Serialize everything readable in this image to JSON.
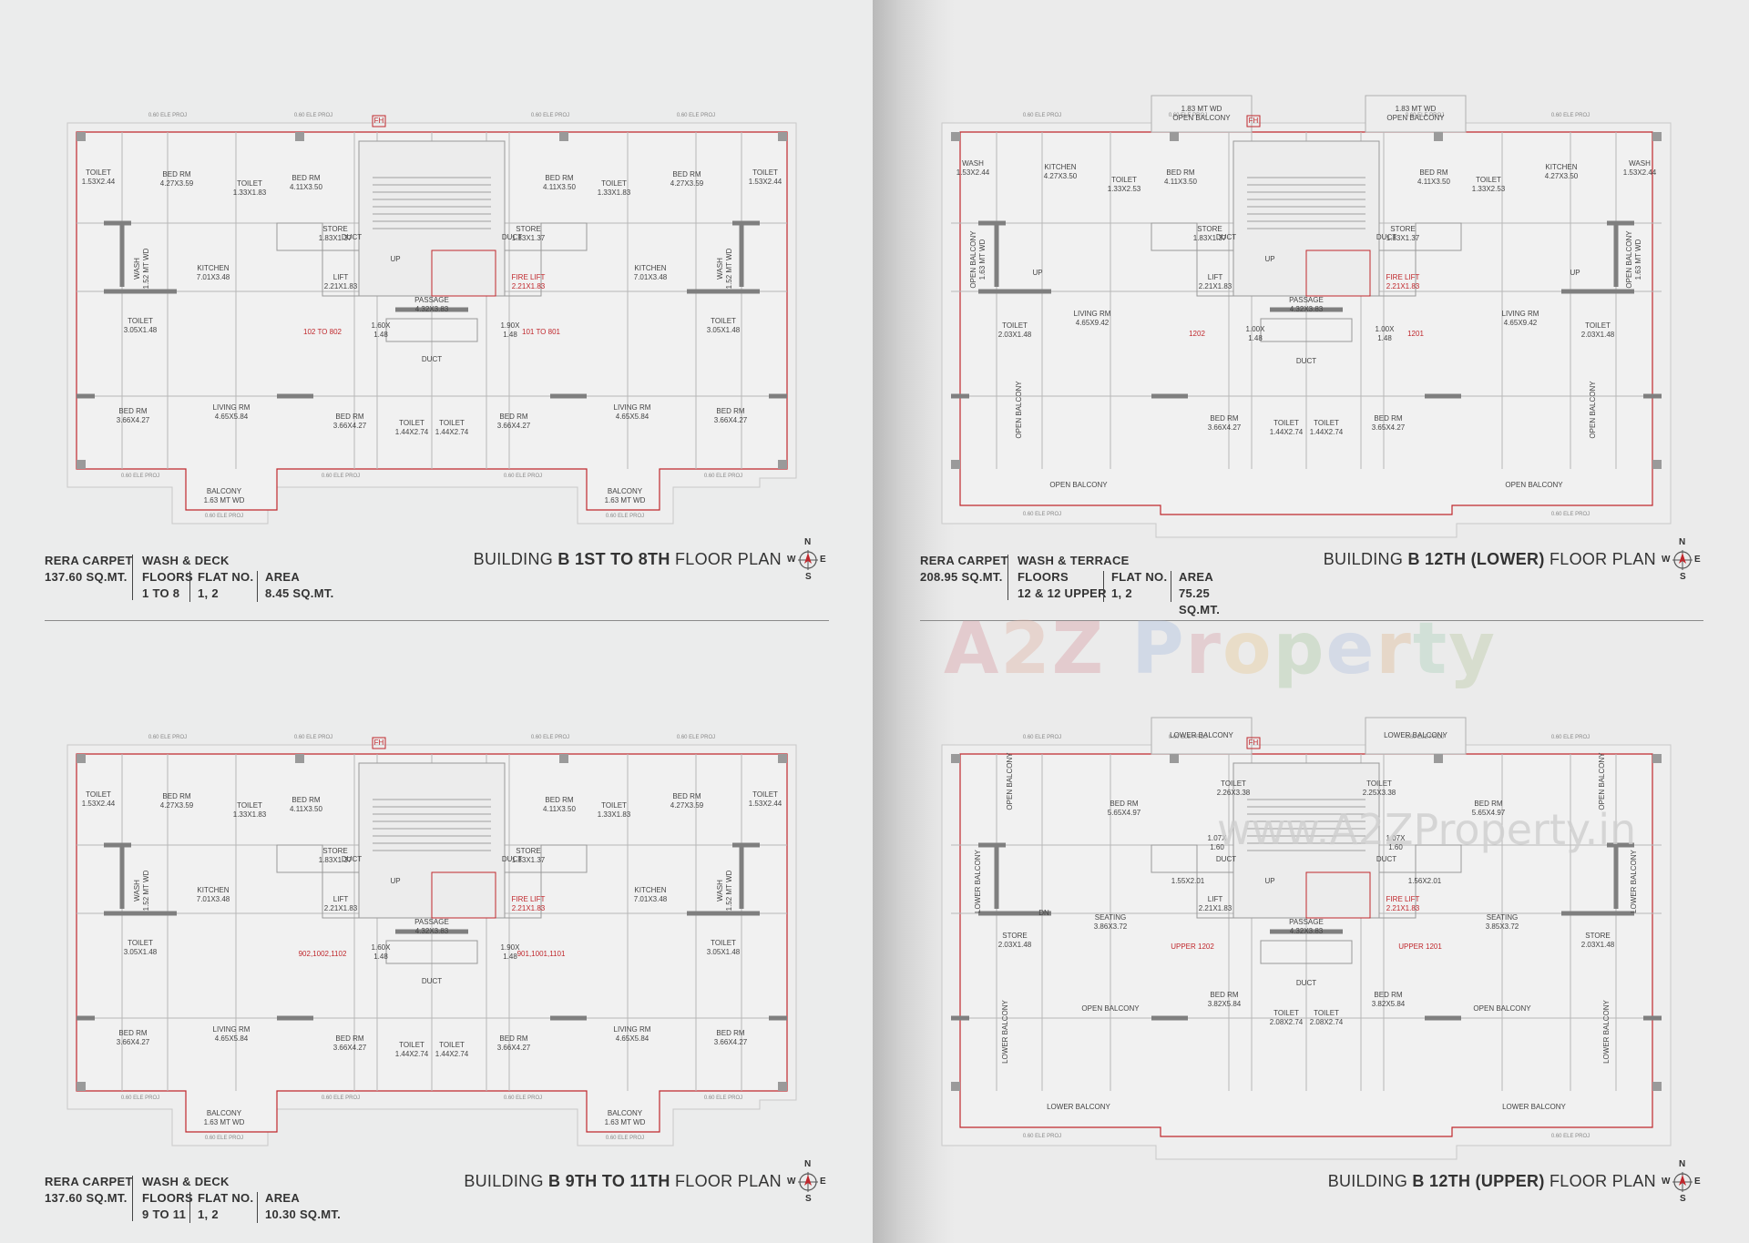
{
  "plans": [
    {
      "id": "p1",
      "title_pre": "BUILDING ",
      "title_bold": "B 1ST TO 8TH",
      "title_post": " FLOOR PLAN",
      "rera_label": "RERA CARPET",
      "rera_value": "137.60 SQ.MT.",
      "wash_label": "WASH & DECK",
      "floors_label": "FLOORS",
      "floors_value": "1 TO 8",
      "flat_label": "FLAT NO.",
      "flat_value": "1, 2",
      "area_label": "AREA",
      "area_value": "8.45 SQ.MT.",
      "flat_markers": [
        "102 TO 802",
        "101 TO 801"
      ]
    },
    {
      "id": "p2",
      "title_pre": "BUILDING ",
      "title_bold": "B 12TH (LOWER)",
      "title_post": " FLOOR PLAN",
      "rera_label": "RERA CARPET",
      "rera_value": "208.95 SQ.MT.",
      "wash_label": "WASH & TERRACE",
      "floors_label": "FLOORS",
      "floors_value": "12 & 12 UPPER",
      "flat_label": "FLAT NO.",
      "flat_value": "1, 2",
      "area_label": "AREA",
      "area_value": "75.25 SQ.MT.",
      "flat_markers": [
        "1202",
        "1201"
      ]
    },
    {
      "id": "p3",
      "title_pre": "BUILDING ",
      "title_bold": "B 9TH TO 11TH",
      "title_post": " FLOOR PLAN",
      "rera_label": "RERA CARPET",
      "rera_value": "137.60 SQ.MT.",
      "wash_label": "WASH & DECK",
      "floors_label": "FLOORS",
      "floors_value": "9 TO 11",
      "flat_label": "FLAT NO.",
      "flat_value": "1, 2",
      "area_label": "AREA",
      "area_value": "10.30 SQ.MT.",
      "flat_markers": [
        "902,1002,1102",
        "901,1001,1101"
      ]
    },
    {
      "id": "p4",
      "title_pre": "BUILDING ",
      "title_bold": "B 12TH (UPPER)",
      "title_post": " FLOOR PLAN",
      "flat_markers": [
        "UPPER 1202",
        "UPPER 1201"
      ]
    }
  ],
  "compass": {
    "n": "N",
    "s": "S",
    "e": "E",
    "w": "W"
  },
  "rooms_typical": {
    "toilet_a": "TOILET\n1.53X2.44",
    "bed_a": "BED RM\n4.27X3.59",
    "toilet_b": "TOILET\n1.33X1.83",
    "bed_b": "BED RM\n4.11X3.50",
    "kitchen": "KITCHEN\n7.01X3.48",
    "wash": "WASH\n1.52 MT WD",
    "store": "STORE\n1.83X1.37",
    "duct": "DUCT",
    "lift": "LIFT\n2.21X1.83",
    "fire_lift": "FIRE LIFT\n2.21X1.83",
    "passage": "PASSAGE\n4.32X3.83",
    "up": "UP",
    "toilet_c": "TOILET\n3.05X1.48",
    "small_dim": "1.60X\n1.48",
    "small_dim2": "1.90X\n1.48",
    "bed_c": "BED RM\n3.66X4.27",
    "living": "LIVING RM\n4.65X5.84",
    "balcony": "BALCONY\n1.63 MT WD",
    "toilet_d": "TOILET\n1.44X2.74",
    "projection": "0.60 ELE PROJ",
    "fh": "FH"
  },
  "rooms_lower": {
    "balcony_top": "1.83 MT WD\nOPEN BALCONY",
    "wash": "WASH\n1.53X2.44",
    "kitchen": "KITCHEN\n4.27X3.50",
    "toilet_b": "TOILET\n1.33X2.53",
    "bed_b": "BED RM\n4.11X3.50",
    "open_balcony_side": "OPEN BALCONY\n1.63 MT WD",
    "living": "LIVING RM\n4.65X9.42",
    "toilet_c": "TOILET\n2.03X1.48",
    "open_balcony": "OPEN BALCONY",
    "bed_c": "BED RM\n3.66X4.27",
    "bed_c2": "BED RM\n3.65X4.27",
    "small_dim": "1.00X\n1.48"
  },
  "rooms_upper": {
    "lower_balcony": "LOWER BALCONY",
    "open_balcony": "OPEN BALCONY",
    "bed_a": "BED RM\n5.65X4.97",
    "toilet_a": "TOILET\n2.26X3.38",
    "toilet_a2": "TOILET\n2.25X3.38",
    "dim_a": "1.07X\n1.60",
    "dim_b": "1.55X2.01",
    "dim_b2": "1.56X2.01",
    "seating": "SEATING\n3.86X3.72",
    "seating2": "SEATING\n3.85X3.72",
    "store": "STORE\n2.03X1.48",
    "bed_b": "BED RM\n3.82X5.84",
    "toilet_b": "TOILET\n2.08X2.74",
    "dn": "DN"
  },
  "watermark": {
    "brand": "A2Z Property",
    "url": "www.A2ZProperty.in"
  },
  "colors": {
    "wall": "#9a9a9a",
    "wall_dark": "#7f7f7f",
    "red": "#c0282d",
    "line": "#b8b8b8"
  }
}
